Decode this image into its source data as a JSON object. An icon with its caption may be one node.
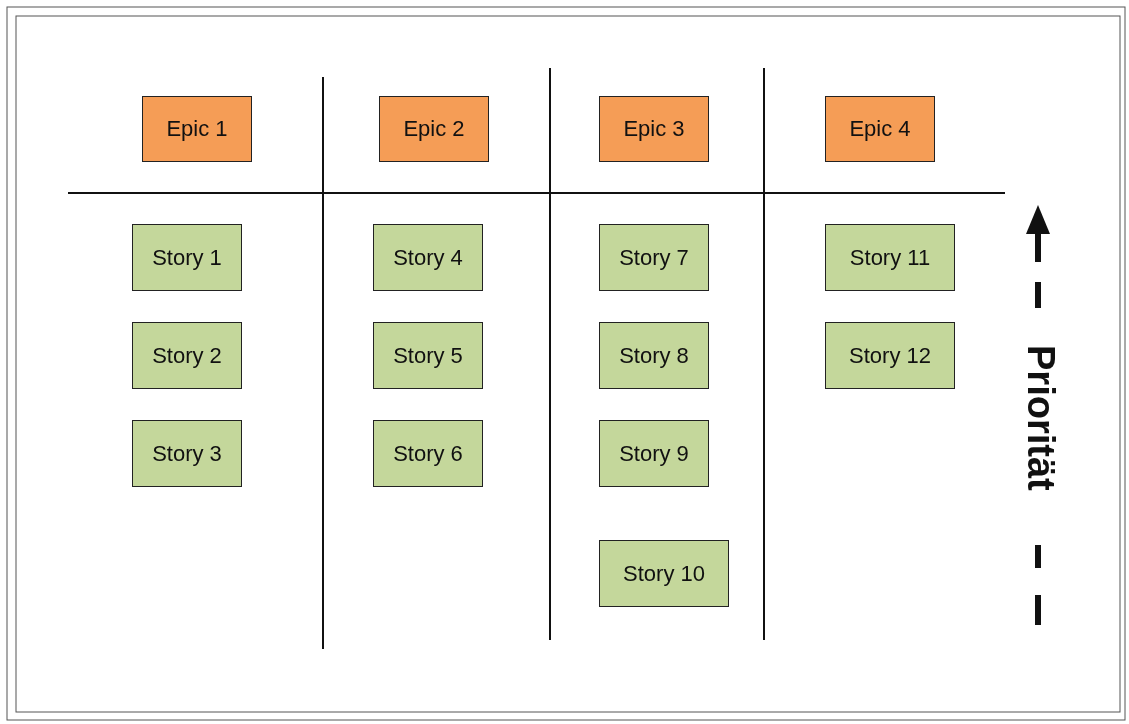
{
  "diagram": {
    "nodes": [
      {
        "text": [
          "Epic 1"
        ]
      },
      {
        "text": [
          "Epic 2"
        ]
      },
      {
        "text": [
          "Epic 3"
        ]
      },
      {
        "text": [
          "Epic 4"
        ]
      },
      {
        "text": [
          "Story 1"
        ]
      },
      {
        "text": [
          "Story 2"
        ]
      },
      {
        "text": [
          "Story 3"
        ]
      },
      {
        "text": [
          "Story 4"
        ]
      },
      {
        "text": [
          "Story 5"
        ]
      },
      {
        "text": [
          "Story 6"
        ]
      },
      {
        "text": [
          "Story 7"
        ]
      },
      {
        "text": [
          "Story 8"
        ]
      },
      {
        "text": [
          "Story 9"
        ]
      },
      {
        "text": [
          "Story 10"
        ]
      },
      {
        "text": [
          "Story 11"
        ]
      },
      {
        "text": [
          "Story 12"
        ]
      }
    ],
    "edges": [],
    "labels": [
      "Priorität"
    ]
  }
}
